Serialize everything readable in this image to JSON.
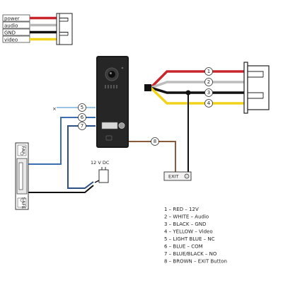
{
  "top_legend": {
    "items": [
      {
        "label": "power",
        "color": "#c8262c"
      },
      {
        "label": "audio",
        "color": "#b7b7b7"
      },
      {
        "label": "GND",
        "color": "#111111"
      },
      {
        "label": "video",
        "color": "#f1d31c"
      }
    ]
  },
  "wire_numbers": {
    "n1": "1",
    "n2": "2",
    "n3": "3",
    "n4": "4",
    "n5": "5",
    "n6": "6",
    "n7": "7",
    "n8": "8"
  },
  "nc_mark": "×",
  "power_supply_label": "12 V DC",
  "exit_button_label": "EXIT",
  "lock_labels": {
    "top": "FAIL",
    "bottom": "SAFE"
  },
  "legend": [
    "1 – RED – 12V",
    "2 – WHITE – Audio",
    "3 – BLACK – GND",
    "4 – YELLOW – Video",
    "5 – LIGHT BLUE – NC",
    "6 – BLUE – COM",
    "7 – BLUE/BLACK – NO",
    "8 – BROWN – EXIT Button"
  ],
  "colors": {
    "red": "#c8262c",
    "white": "#bdbdbd",
    "black": "#111111",
    "yellow": "#f1d31c",
    "light_blue": "#9cc3e4",
    "blue": "#3b6fb4",
    "dark_blue": "#2c4f86",
    "brown": "#8a5a3a"
  }
}
